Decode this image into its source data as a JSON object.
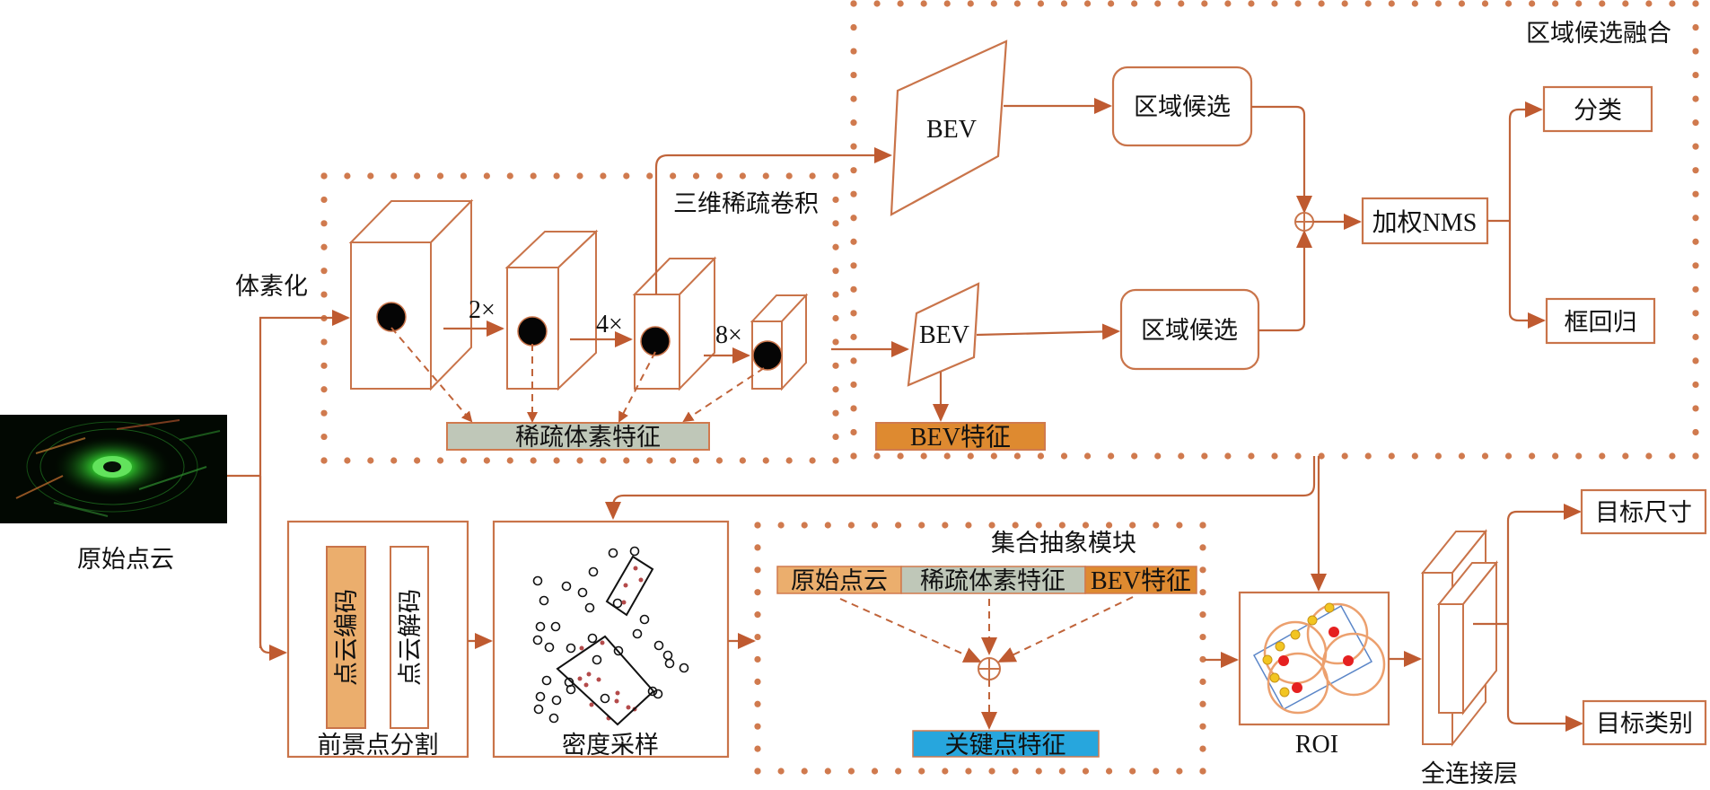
{
  "colors": {
    "line": "#C0643A",
    "dots": "#D07A4E",
    "raw_points_bar": "#EBAE6D",
    "sparse_voxel_bar": "#BFC7B8",
    "bev_feature_bar": "#DE8A30",
    "keypoint_bar": "#27A6DD",
    "encoder_bar": "#EBAE6D"
  },
  "input": {
    "label": "原始点云"
  },
  "voxelize": {
    "label": "体素化"
  },
  "sparse_conv": {
    "title": "三维稀疏卷积",
    "scales": [
      "2×",
      "4×",
      "8×"
    ],
    "feature_label": "稀疏体素特征"
  },
  "fusion": {
    "title": "区域候选融合",
    "bev_top": "BEV",
    "bev_bottom": "BEV",
    "bev_feature": "BEV特征",
    "proposal_top": "区域候选",
    "proposal_bottom": "区域候选",
    "nms": "加权NMS",
    "cls": "分类",
    "reg": "框回归"
  },
  "segmentation": {
    "encoder": "点云编码",
    "decoder": "点云解码",
    "title": "前景点分割"
  },
  "density": {
    "title": "密度采样"
  },
  "set_abstraction": {
    "title": "集合抽象模块",
    "features": [
      "原始点云",
      "稀疏体素特征",
      "BEV特征"
    ],
    "output": "关键点特征"
  },
  "roi": {
    "label": "ROI"
  },
  "fc": {
    "label": "全连接层"
  },
  "outputs": {
    "size": "目标尺寸",
    "category": "目标类别"
  }
}
